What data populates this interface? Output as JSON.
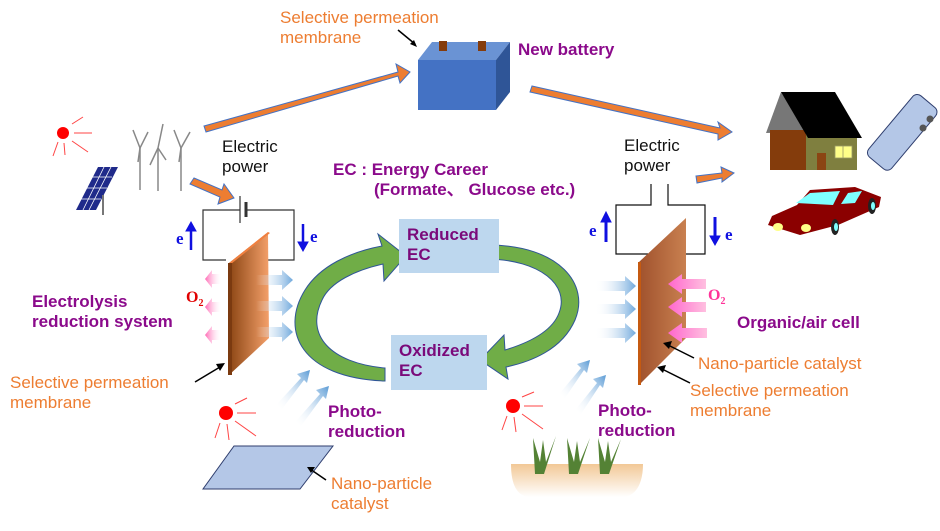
{
  "labels": {
    "top_membrane": [
      "Selective permeation",
      "membrane"
    ],
    "new_battery": "New battery",
    "electric_power_left": [
      "Electric",
      "power"
    ],
    "electric_power_right": [
      "Electric",
      "power"
    ],
    "ec_title": [
      "EC : Energy Career",
      "(Formate、 Glucose etc.)"
    ],
    "reduced_ec": "Reduced\nEC",
    "oxidized_ec": "Oxidized\nEC",
    "electrolysis_system": [
      "Electrolysis",
      "reduction system"
    ],
    "left_membrane": [
      "Selective permeation",
      "membrane"
    ],
    "photo_reduction_left": [
      "Photo-",
      "reduction"
    ],
    "photo_reduction_right": [
      "Photo-",
      "reduction"
    ],
    "nano_catalyst_bottom": [
      "Nano-particle",
      "catalyst"
    ],
    "organic_air_cell": "Organic/air cell",
    "nano_catalyst_right": "Nano-particle catalyst",
    "right_membrane": [
      "Selective permeation",
      "membrane"
    ],
    "electron": "e",
    "oxygen": "O",
    "oxygen_sub": "2"
  },
  "colors": {
    "orange_text": "#ED7D31",
    "purple_text": "#8B0A8B",
    "ec_box": "#BDD7EE",
    "cycle_arrow": "#70AD47",
    "battery": "#4472C4",
    "electron_arrow": "#1010E0",
    "o2_left": "#E00000",
    "o2_right": "#FF3399"
  }
}
